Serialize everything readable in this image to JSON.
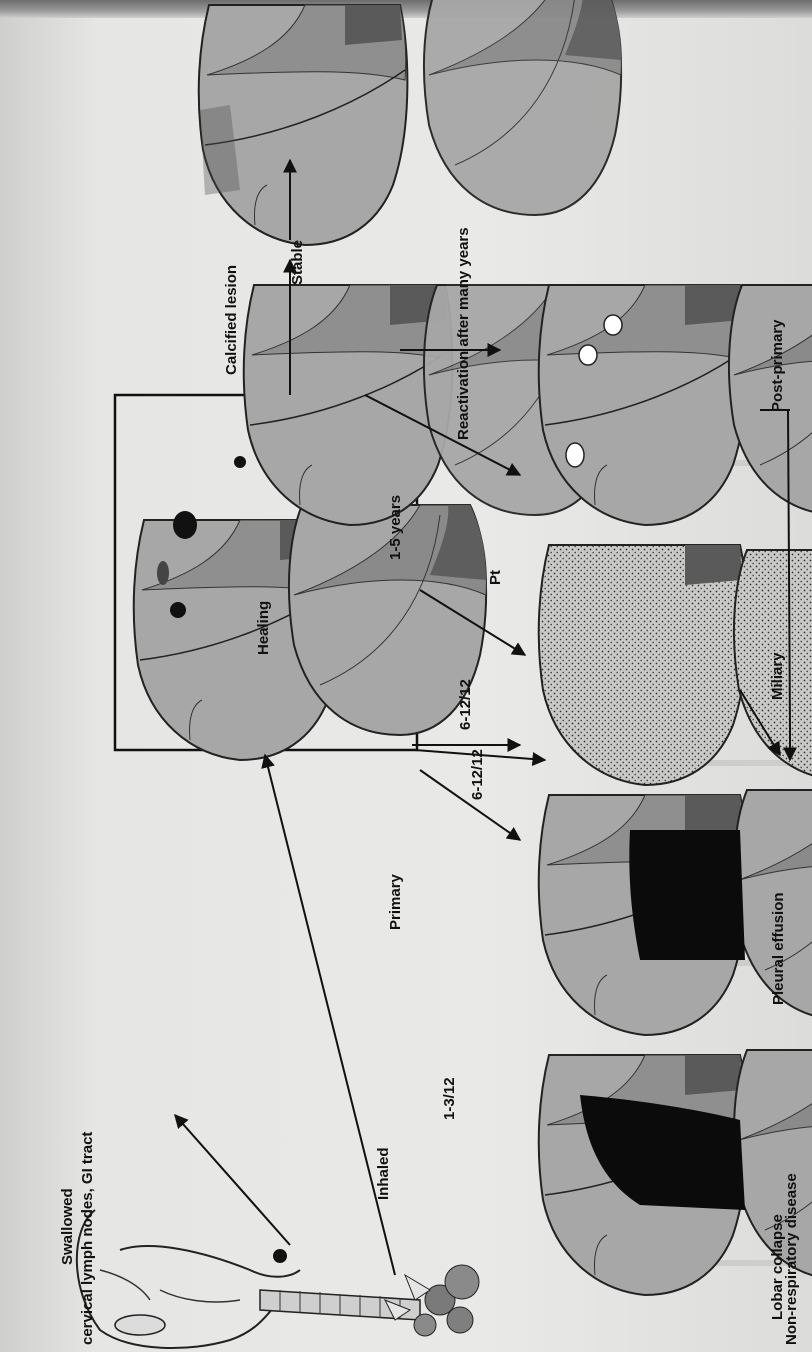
{
  "diagram": {
    "stage_labels": {
      "primary": "Primary",
      "calcified": "Calcified lesion",
      "post_primary": "Post-primary",
      "miliary": "Miliary",
      "pleural_effusion": "Pleural effusion",
      "lobar_collapse": "Lobar collapse",
      "non_respiratory": "Non-respiratory disease"
    },
    "route_labels": {
      "swallowed_line1": "Swallowed",
      "swallowed_line2": "cervical lymph nodes, GI tract",
      "inhaled": "Inhaled"
    },
    "arrow_labels": {
      "healing": "Healing",
      "stable": "Stable",
      "reactivation": "Reactivation after many years",
      "one_five_years": "1-5 years",
      "pt": "Pt",
      "six_twelve_a": "6-12/12",
      "six_twelve_b": "6-12/12",
      "one_three": "1-3/12"
    }
  },
  "colors": {
    "lung_light": "#a7a7a7",
    "lung_mid": "#8a8a8a",
    "lung_dark": "#5a5a5a",
    "lesion": "#0f0f0f",
    "text": "#111111"
  }
}
